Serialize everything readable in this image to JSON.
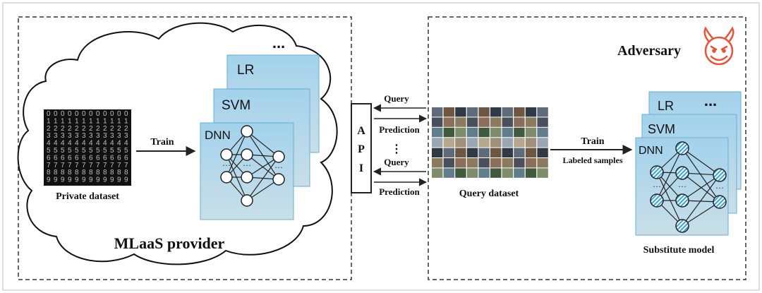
{
  "provider": {
    "panel_label": "MLaaS provider",
    "dataset_label": "Private dataset",
    "train_label": "Train",
    "models": [
      "LR",
      "SVM",
      "DNN"
    ],
    "more": "..."
  },
  "api": {
    "letters": [
      "A",
      "P",
      "I"
    ],
    "query_label": "Query",
    "prediction_label": "Prediction",
    "vertical_ellipsis": "⋮"
  },
  "adversary": {
    "title": "Adversary",
    "query_dataset_label": "Query dataset",
    "train_label": "Train",
    "labeled_label": "Labeled samples",
    "models": [
      "LR",
      "SVM",
      "DNN"
    ],
    "more": "...",
    "substitute_label": "Substitute model"
  },
  "colors": {
    "card_fill": "#a9d4ea",
    "card_edge": "#6aaed4",
    "node_hatch": "#37a3d6",
    "devil": "#e8533a",
    "mnist_bg": "#111111"
  },
  "icons": {
    "devil": "devil-face-icon",
    "cloud": "cloud-shape",
    "mnist": "mnist-digit-grid",
    "cifar": "image-thumbnail-grid"
  }
}
